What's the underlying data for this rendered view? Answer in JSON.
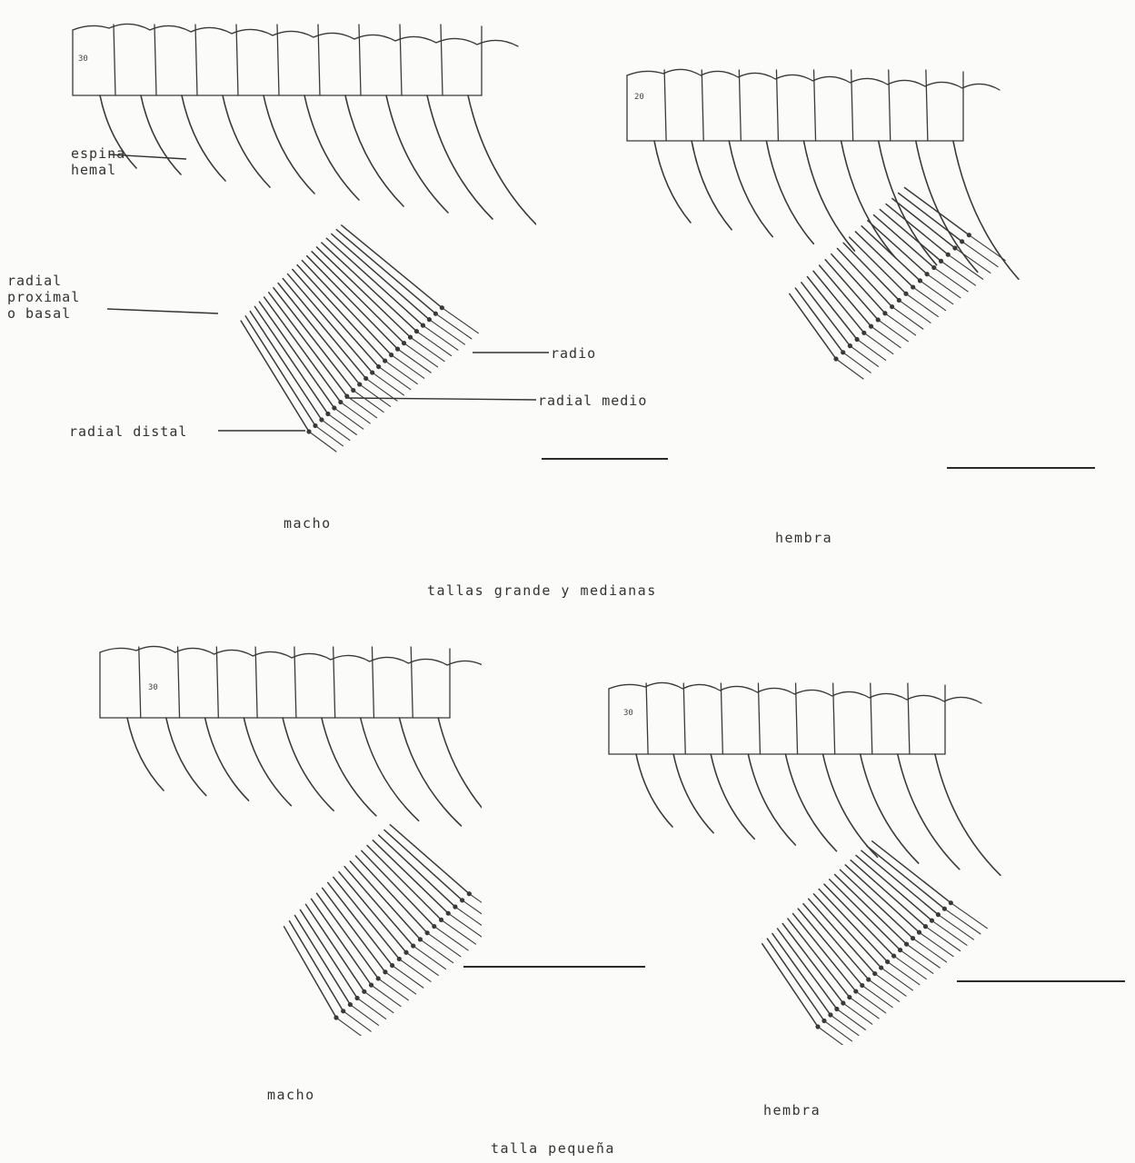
{
  "labels": {
    "espina_hemal": "espina\nhemal",
    "radial_proximal": "radial\nproximal\no basal",
    "radio": "radio",
    "radial_medio": "radial medio",
    "radial_distal": "radial distal"
  },
  "vertebra_numbers": {
    "top_left": "30",
    "top_right": "20",
    "bottom_left": "30",
    "bottom_right": "30"
  },
  "panels": {
    "top_left": "macho",
    "top_right": "hembra",
    "bottom_left": "macho",
    "bottom_right": "hembra"
  },
  "group_captions": {
    "top": "tallas grande y medianas",
    "bottom": "talla pequeña"
  },
  "colors": {
    "ink": "#3a3a3a",
    "paper": "#fbfbfa"
  }
}
